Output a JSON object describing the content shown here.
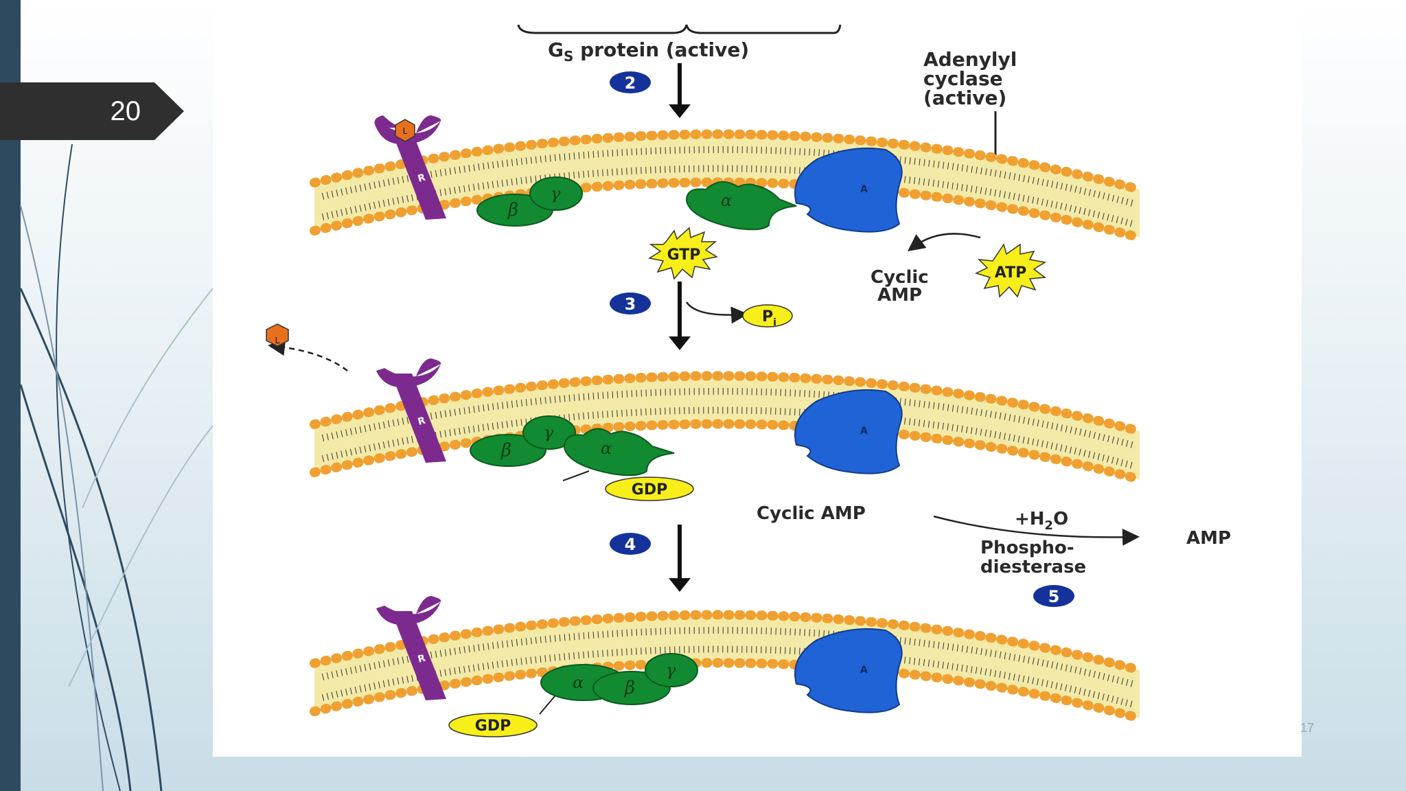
{
  "slide": {
    "number": "20",
    "corner_number": "17"
  },
  "diagram": {
    "top_label_main": "G",
    "top_label_sub": "S",
    "top_label_rest": " protein (active)",
    "adenylyl_line1": "Adenylyl",
    "adenylyl_line2": "cyclase",
    "adenylyl_line3": "(active)",
    "steps": [
      "2",
      "3",
      "4",
      "5"
    ],
    "gtp": "GTP",
    "atp": "ATP",
    "cyclic_amp_line1": "Cyclic",
    "cyclic_amp_line2": "AMP",
    "pi_main": "P",
    "pi_sub": "i",
    "gdp": "GDP",
    "cyclic_amp_label": "Cyclic AMP",
    "h2o_prefix": "+H",
    "h2o_sub": "2",
    "h2o_suffix": "O",
    "amp": "AMP",
    "phospho_line1": "Phospho-",
    "phospho_line2": "diesterase",
    "receptor_letter": "R",
    "ligand_letter": "L",
    "cyclase_letter": "A",
    "alpha": "α",
    "beta": "β",
    "gamma": "γ"
  },
  "colors": {
    "left_bar": "#2e4a5f",
    "tab": "#2f2f2f",
    "receptor": "#7d2a8e",
    "ligand": "#e8701d",
    "g_protein": "#128a32",
    "cyclase": "#1f63d6",
    "lipid_head": "#f0a030",
    "lipid_fill": "#f4eaa8",
    "step_circle": "#14329a",
    "nucleotide": "#f7ee1a"
  }
}
